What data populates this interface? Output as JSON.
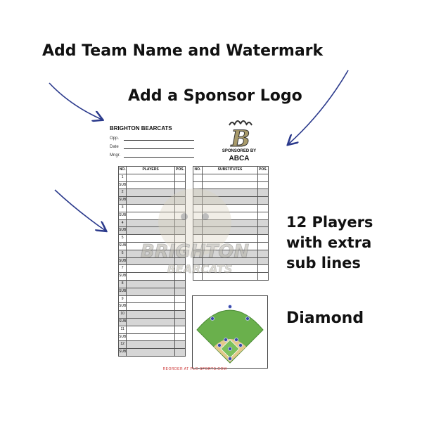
{
  "callouts": {
    "team_name": "Add Team Name and Watermark",
    "sponsor": "Add a Sponsor Logo",
    "players_line1": "12 Players",
    "players_line2": "with extra",
    "players_line3": "sub lines",
    "diamond": "Diamond"
  },
  "card": {
    "team": "BRIGHTON BEARCATS",
    "fields": [
      "Opp.",
      "Date",
      "Mngr."
    ],
    "sponsored_by": "SPONSORED BY",
    "sponsor_name": "ABCA",
    "logo_letter": "B",
    "watermark_line1": "BRIGHTON",
    "watermark_line2": "BEARCATS",
    "players_headers": [
      "NO.",
      "PLAYERS",
      "POS."
    ],
    "subs_headers": [
      "NO.",
      "SUBSTITUTES",
      "POS."
    ],
    "row_labels": [
      "1",
      "SUB",
      "2",
      "SUB",
      "3",
      "SUB",
      "4",
      "SUB",
      "5",
      "SUB",
      "6",
      "SUB",
      "7",
      "SUB",
      "8",
      "SUB",
      "9",
      "SUB",
      "10",
      "SUB",
      "11",
      "SUB",
      "12",
      "SUB"
    ],
    "footer": "REORDER AT PLC-SPORTS.COM"
  },
  "colors": {
    "arrow": "#2b3a8c",
    "field_green": "#6ab04c",
    "infield_dirt": "#e3c98a",
    "player_dot": "#3b4aa8",
    "footer_red": "#cc3333"
  }
}
